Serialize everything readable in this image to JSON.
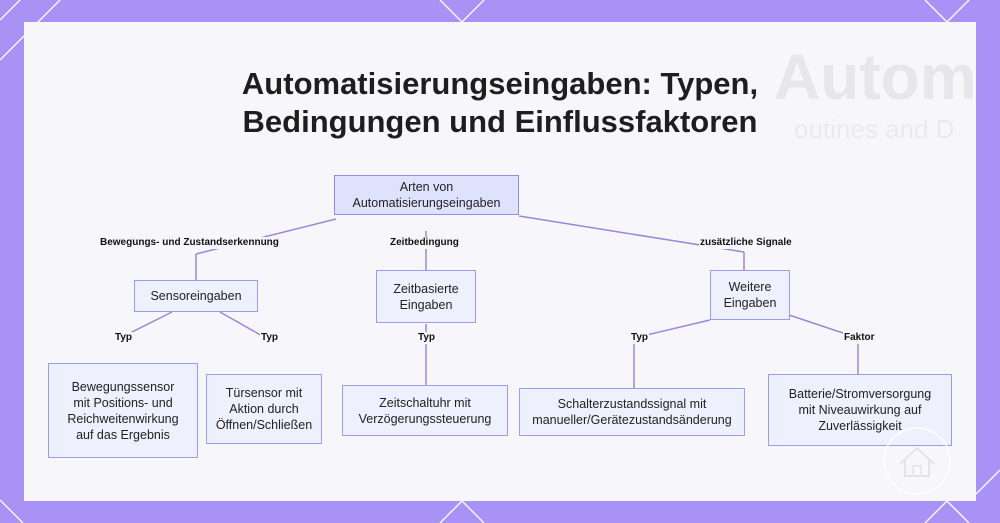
{
  "title": {
    "line1": "Automatisierungseingaben: Typen,",
    "line2": "Bedingungen und Einflussfaktoren"
  },
  "background_text": {
    "ghost_title": "Automa",
    "ghost_subtitle": "outines and D"
  },
  "colors": {
    "frame": "#a892f5",
    "card": "#f7f7fb",
    "node_fill": "#eef0fe",
    "node_border": "#9a9ee6",
    "edge": "#9d86d8"
  },
  "icons": [
    "house-watermark-icon"
  ],
  "nodes": {
    "root": "Arten von\nAutomatisierungseingaben",
    "sensor": "Sensoreingaben",
    "time": "Zeitbasierte\nEingaben",
    "other": "Weitere\nEingaben",
    "motion": "Bewegungssensor\nmit Positions- und\nReichweitenwirkung\nauf das Ergebnis",
    "door": "Türsensor mit\nAktion durch\nÖffnen/Schließen",
    "timer": "Zeitschaltuhr mit\nVerzögerungssteuerung",
    "switch": "Schalterzustandssignal mit\nmanueller/Gerätezustandsänderung",
    "battery": "Batterie/Stromversorgung\nmit Niveauwirkung auf\nZuverlässigkeit"
  },
  "edge_labels": {
    "root_sensor": "Bewegungs- und Zustandserkennung",
    "root_time": "Zeitbedingung",
    "root_other": "zusätzliche Signale",
    "sensor_motion": "Typ",
    "sensor_door": "Typ",
    "time_timer": "Typ",
    "other_switch": "Typ",
    "other_battery": "Faktor"
  }
}
